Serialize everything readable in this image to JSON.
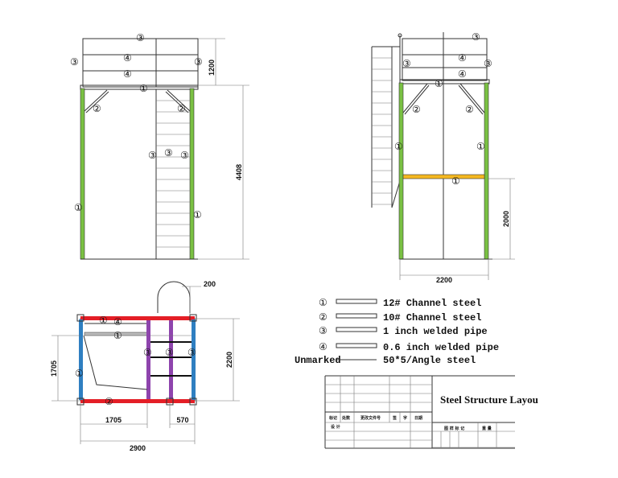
{
  "markers": {
    "m1": "①",
    "m2": "②",
    "m3": "③",
    "m4": "④"
  },
  "dimensions": {
    "front_top": "1200",
    "front_height": "4408",
    "side_height": "2000",
    "side_width": "2200",
    "plan_top_offset": "200",
    "plan_left_height": "1705",
    "plan_right_height": "2200",
    "plan_bottom_left": "1705",
    "plan_bottom_right": "570",
    "plan_total_width": "2900"
  },
  "legend": [
    {
      "symbol": "①",
      "label": "12# Channel steel"
    },
    {
      "symbol": "②",
      "label": "10# Channel steel"
    },
    {
      "symbol": "③",
      "label": "1 inch welded pipe"
    },
    {
      "symbol": "④",
      "label": "0.6 inch welded pipe"
    },
    {
      "symbol": "Unmarked",
      "label": "50*5/Angle steel"
    }
  ],
  "title_block": {
    "title": "Steel Structure Layou",
    "row_headers": [
      "标记",
      "处数",
      "更改文件号",
      "签",
      "字",
      "日期"
    ],
    "row_design": "设 计",
    "right_headers": [
      "图 样 标 记",
      "重 量"
    ]
  },
  "colors": {
    "green": "#7ac143",
    "red": "#e41e26",
    "blue": "#2f7fc1",
    "purple": "#8e44ad",
    "orange": "#f5b820",
    "outline": "#333333"
  }
}
